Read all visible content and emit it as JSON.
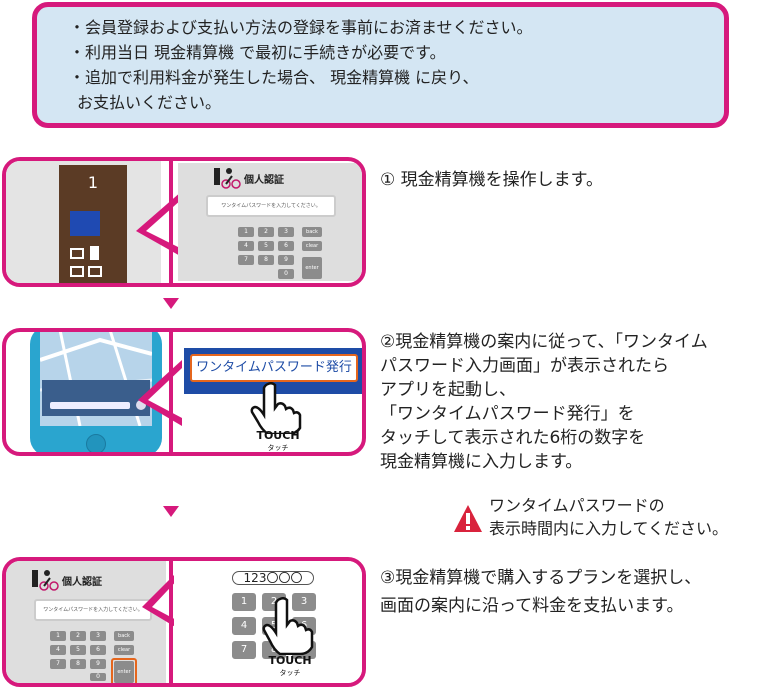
{
  "notice": {
    "lines": [
      "・会員登録および支払い方法の登録を事前にお済ませください。",
      "・利用当日 現金精算機 で最初に手続きが必要です。",
      "・追加で利用料金が発生した場合、 現金精算機 に戻り、",
      "お支払いください。"
    ]
  },
  "step1": {
    "machine_number": "1",
    "text": "① 現金精算機を操作します。"
  },
  "auth_screen": {
    "title": "個人認証",
    "prompt": "ワンタイムパスワードを入力してください。",
    "keys": [
      "1",
      "2",
      "3",
      "4",
      "5",
      "6",
      "7",
      "8",
      "9",
      "0"
    ],
    "back": "back",
    "clear": "clear",
    "enter": "enter"
  },
  "step2": {
    "otp_button": "ワンタイムパスワード発行",
    "text_lines": [
      "②現金精算機の案内に従って、「ワンタイム",
      "パスワード入力画面」が表示されたら",
      "アプリを起動し、",
      "「ワンタイムパスワード発行」を",
      "タッチして表示された6桁の数字を",
      "現金精算機に入力します。"
    ]
  },
  "touch": {
    "label": "TOUCH",
    "sub": "タッチ"
  },
  "warning": {
    "icon": "warning-icon",
    "lines": [
      "ワンタイムパスワードの",
      "表示時間内に入力してください。"
    ]
  },
  "step3": {
    "display_value": "123〇〇〇",
    "keypad": [
      "1",
      "2",
      "3",
      "4",
      "5",
      "6",
      "7",
      "8",
      "9"
    ],
    "text_lines": [
      "③現金精算機で購入するプランを選択し、",
      "画面の案内に沿って料金を支払います。"
    ]
  },
  "colors": {
    "accent": "#d6197c",
    "notice_bg": "#d4e6f3",
    "highlight": "#e5661d",
    "brand_blue": "#1e4ca6"
  }
}
